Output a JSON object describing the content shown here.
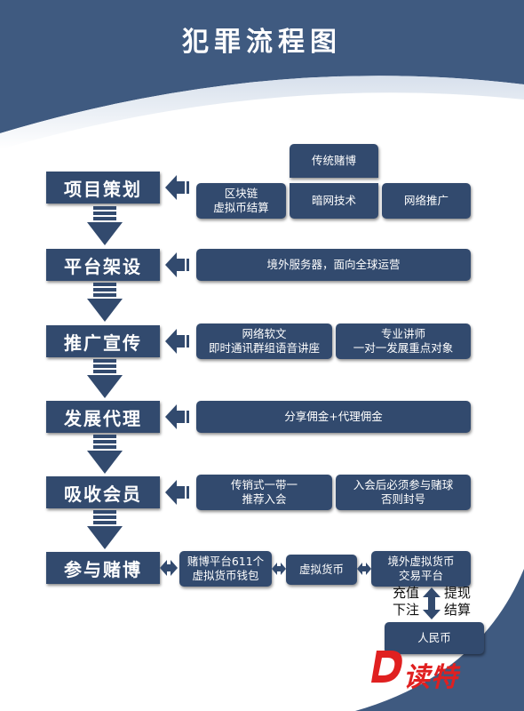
{
  "title": "犯罪流程图",
  "steps": [
    "项目策划",
    "平台架设",
    "推广宣传",
    "发展代理",
    "吸收会员",
    "参与赌博"
  ],
  "boxes": {
    "traditional_gambling": "传统赌博",
    "blockchain": [
      "区块链",
      "虚拟币结算"
    ],
    "dark_web": "暗网技术",
    "network_promo": "网络推广",
    "servers": "境外服务器，面向全球运营",
    "soft_articles": [
      "网络软文",
      "即时通讯群组语音讲座"
    ],
    "lecturers": [
      "专业讲师",
      "一对一发展重点对象"
    ],
    "commission": "分享佣金+代理佣金",
    "pyramid": [
      "传销式一带一",
      "推荐入会"
    ],
    "must_bet": [
      "入会后必须参与赌球",
      "否则封号"
    ],
    "wallet": [
      "赌博平台611个",
      "虚拟货币钱包"
    ],
    "virtual_currency": "虚拟货币",
    "exchange": [
      "境外虚拟货币",
      "交易平台"
    ],
    "rmb": "人民币"
  },
  "labels": {
    "deposit": [
      "充值",
      "下注"
    ],
    "withdraw": [
      "提现",
      "结算"
    ]
  },
  "watermark": "读特",
  "colors": {
    "navy": "#324a6e",
    "band": "#3f5a80",
    "sky": "#c8d4e4",
    "logo_red": "#e02020"
  }
}
